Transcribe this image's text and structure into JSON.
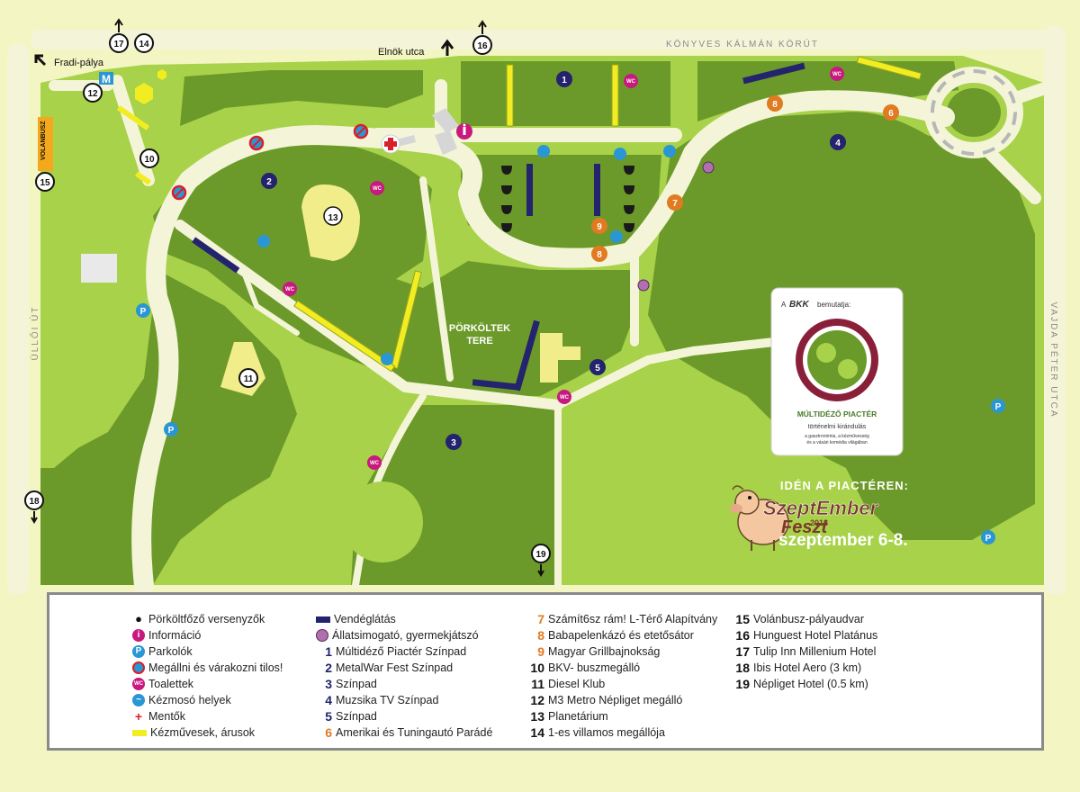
{
  "map": {
    "labels": {
      "street_top": "KÖNYVES KÁLMÁN KÖRÚT",
      "street_left": "ÜLLŐI ÚT",
      "street_right": "VAJDA PÉTER UTCA",
      "elnok": "Elnök utca",
      "fradi": "Fradi-pálya",
      "volanbusz": "VOLANBUSZ",
      "porkoltek": [
        "PÖRKÖLTEK",
        "TERE"
      ],
      "metro": "M",
      "wc": "WC",
      "parking": "P"
    },
    "promo": {
      "intro_a": "A",
      "intro_logo": "BKK",
      "intro_b": "bemutatja:",
      "title": "MÚLTIDÉZŐ PIACTÉR",
      "subtitle": "történelmi kirándulás",
      "small1": "a gasztronómia, a kézművesség",
      "small2": "és a vásári komédia világában"
    },
    "fest": {
      "heading": "IDÉN A PIACTÉREN:",
      "name1": "SzeptEmber",
      "name2": "Feszt",
      "year": "2013",
      "dates": "szeptember 6-8."
    },
    "colors": {
      "background": "#f3f5c2",
      "road": "#f4f5d8",
      "park_light": "#a8d24a",
      "park_dark": "#6c9a2a",
      "navy": "#23236e",
      "yellow": "#f1ed22",
      "orange": "#e07b22",
      "magenta": "#c8197e",
      "blue": "#2a96d4",
      "red": "#d8202a"
    }
  },
  "legend": {
    "col1": [
      {
        "icon": "pot-icon",
        "text": "Pörköltfőző versenyzők"
      },
      {
        "icon": "info-icon",
        "text": "Információ"
      },
      {
        "icon": "parking-icon",
        "text": "Parkolók"
      },
      {
        "icon": "no-stopping-icon",
        "text": "Megállni és várakozni tilos!"
      },
      {
        "icon": "toilet-icon",
        "text": "Toalettek"
      },
      {
        "icon": "hand-wash-icon",
        "text": "Kézmosó helyek"
      },
      {
        "icon": "ambulance-icon",
        "text": "Mentők"
      },
      {
        "icon": "craft-stall-icon",
        "text": "Kézművesek, árusok"
      }
    ],
    "col2": [
      {
        "num": "",
        "icon": "catering-icon",
        "text": "Vendéglátás"
      },
      {
        "num": "",
        "icon": "petting-zoo-icon",
        "text": "Állatsimogató, gyermekjátszó"
      },
      {
        "num": "1",
        "text": "Múltidéző Piactér Színpad"
      },
      {
        "num": "2",
        "text": "MetalWar Fest Színpad"
      },
      {
        "num": "3",
        "text": "Színpad"
      },
      {
        "num": "4",
        "text": "Muzsika TV Színpad"
      },
      {
        "num": "5",
        "text": "Színpad"
      },
      {
        "num": "6",
        "text": "Amerikai és Tuningautó Parádé"
      }
    ],
    "col3": [
      {
        "num": "7",
        "text": "Számít6sz rám! L-Térő Alapítvány"
      },
      {
        "num": "8",
        "text": "Babapelenkázó és etetősátor"
      },
      {
        "num": "9",
        "text": "Magyar Grillbajnokság"
      },
      {
        "num": "10",
        "text": "BKV- buszmegálló"
      },
      {
        "num": "11",
        "text": "Diesel Klub"
      },
      {
        "num": "12",
        "text": "M3 Metro Népliget megálló"
      },
      {
        "num": "13",
        "text": "Planetárium"
      },
      {
        "num": "14",
        "text": "1-es villamos megállója"
      }
    ],
    "col4": [
      {
        "num": "15",
        "text": "Volánbusz-pályaudvar"
      },
      {
        "num": "16",
        "text": "Hunguest Hotel Platánus"
      },
      {
        "num": "17",
        "text": "Tulip Inn Millenium Hotel"
      },
      {
        "num": "18",
        "text": "Ibis Hotel Aero (3 km)"
      },
      {
        "num": "19",
        "text": "Népliget Hotel (0.5 km)"
      }
    ]
  }
}
